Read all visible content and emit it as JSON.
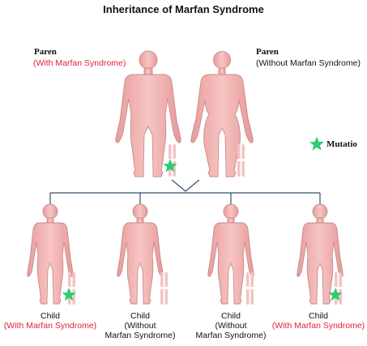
{
  "title": "Inheritance of Marfan Syndrome",
  "parents": [
    {
      "label": "Paren",
      "condition": "(With Marfan Syndrome)",
      "has_mutation": true
    },
    {
      "label": "Paren",
      "condition": "(Without Marfan Syndrome)",
      "has_mutation": false
    }
  ],
  "legend": {
    "label": "Mutatio",
    "icon": "green-star-icon",
    "color": "#2ecc71"
  },
  "children": [
    {
      "label": "Child",
      "condition": [
        "(With Marfan Syndrome)"
      ],
      "has_mutation": true
    },
    {
      "label": "Child",
      "condition": [
        "(Without",
        "Marfan Syndrome)"
      ],
      "has_mutation": false
    },
    {
      "label": "Child",
      "condition": [
        "(Without",
        "Marfan Syndrome)"
      ],
      "has_mutation": false
    },
    {
      "label": "Child",
      "condition": [
        "(With Marfan Syndrome)"
      ],
      "has_mutation": true
    }
  ],
  "colors": {
    "affected_text": "#e0213a",
    "skin": "#eeaaa8",
    "chromosome": "#f3c3c3",
    "line": "#36506b"
  }
}
